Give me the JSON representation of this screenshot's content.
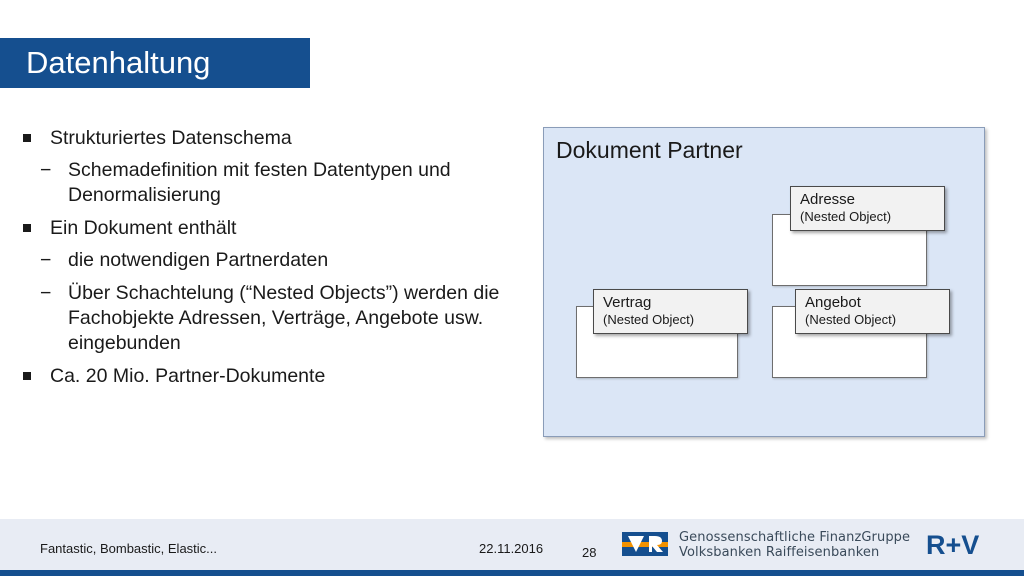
{
  "slide": {
    "title": "Datenhaltung"
  },
  "bullets": [
    {
      "level": 1,
      "text": "Strukturiertes Datenschema"
    },
    {
      "level": 2,
      "text": "Schemadefinition mit festen Datentypen und Denormalisierung"
    },
    {
      "level": 1,
      "text": "Ein Dokument enthält"
    },
    {
      "level": 2,
      "text": "die notwendigen Partnerdaten"
    },
    {
      "level": 2,
      "text": "Über Schachtelung (“Nested Objects”) werden die Fachobjekte Adressen, Verträge, Angebote usw. eingebunden"
    },
    {
      "level": 1,
      "text": "Ca. 20 Mio. Partner-Dokumente"
    }
  ],
  "markers": {
    "level1": "▪",
    "level2": "−"
  },
  "diagram": {
    "title": "Dokument Partner",
    "objects": [
      {
        "name": "Adresse",
        "sub": "(Nested Object)"
      },
      {
        "name": "Vertrag",
        "sub": "(Nested Object)"
      },
      {
        "name": "Angebot",
        "sub": "(Nested Object)"
      }
    ]
  },
  "footer": {
    "presentation": "Fantastic, Bombastic, Elastic...",
    "date": "22.11.2016",
    "page": "28",
    "group_line1": "Genossenschaftliche FinanzGruppe",
    "group_line2": "Volksbanken Raiffeisenbanken",
    "brand": "R+V"
  },
  "colors": {
    "accent": "#154f8f",
    "diagram_bg": "#dbe6f6",
    "footer_bg": "#e8ecf4",
    "vr_orange": "#f39200"
  },
  "icons": {
    "vr_logo": "vr-bank-logo",
    "rv_logo": "rv-logo"
  }
}
